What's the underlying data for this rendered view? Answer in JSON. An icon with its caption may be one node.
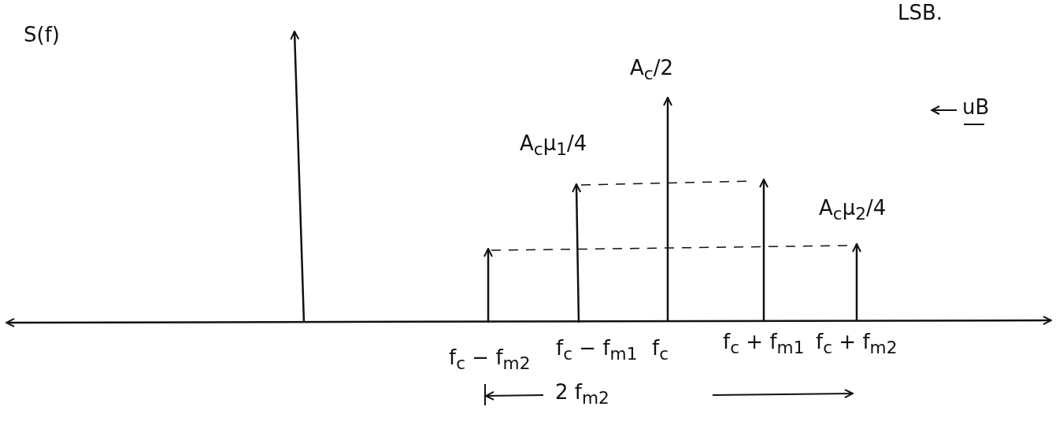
{
  "diagram": {
    "labels": [
      "LSB.",
      "S(f)",
      "A$_{c}$/2",
      "uB",
      "A$_{c}$μ$_{1}$/4",
      "A$_{c}$μ$_{2}$/4",
      "f$_{c}$ − f$_{m2}$",
      "f$_{c}$ − f$_{m1}$",
      "f$_{c}$",
      "f$_{c}$ + f$_{m1}$",
      "f$_{c}$ + f$_{m2}$",
      "2 f$_{m2}$"
    ]
  }
}
